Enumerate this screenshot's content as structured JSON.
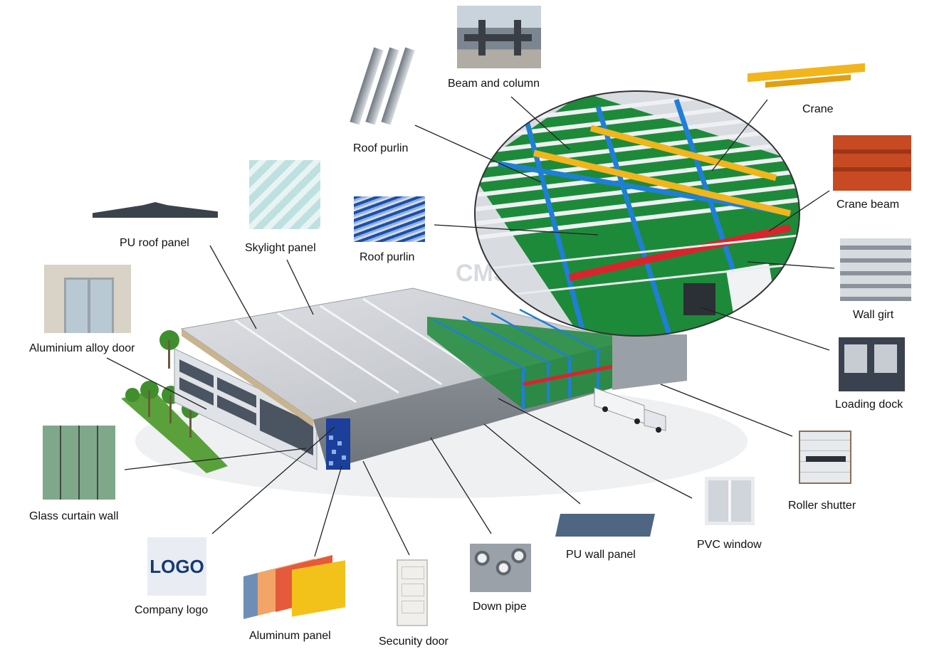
{
  "labels": {
    "beam_and_column": "Beam and column",
    "crane": "Crane",
    "roof_purlin_top": "Roof purlin",
    "roof_purlin_mid": "Roof purlin",
    "crane_beam": "Crane beam",
    "pu_roof_panel": "PU roof panel",
    "skylight_panel": "Skylight panel",
    "wall_girt": "Wall girt",
    "aluminium_alloy_door": "Aluminium alloy door",
    "loading_dock": "Loading dock",
    "roller_shutter": "Roller shutter",
    "glass_curtain_wall": "Glass curtain wall",
    "pvc_window": "PVC window",
    "pu_wall_panel": "PU wall panel",
    "down_pipe": "Down pipe",
    "company_logo": "Company logo",
    "aluminum_panel": "Aluminum panel",
    "security_door": "Secunity door"
  },
  "logo_text": "LOGO",
  "watermark": "CMSS",
  "colors": {
    "frame_blue": "#1f7fd6",
    "crane_yellow": "#f2b51b",
    "crane_beam_red": "#d9242c",
    "wall_green": "#1d8a3a",
    "roof_grey": "#c9ccd1"
  }
}
